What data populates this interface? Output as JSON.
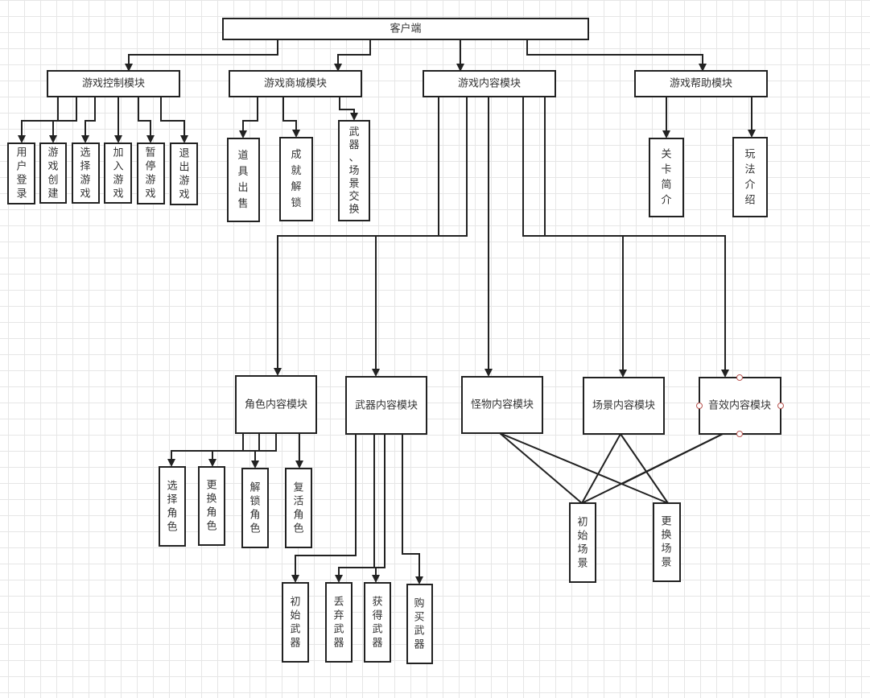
{
  "diagram": {
    "root": "客户端",
    "modules": {
      "control": "游戏控制模块",
      "shop": "游戏商城模块",
      "content": "游戏内容模块",
      "help": "游戏帮助模块"
    },
    "control_items": [
      "用户登录",
      "游戏创建",
      "选择游戏",
      "加入游戏",
      "暂停游戏",
      "退出游戏"
    ],
    "shop_items": [
      "道具出售",
      "成就解锁",
      "武器、场景交换"
    ],
    "help_items": [
      "关卡简介",
      "玩法介绍"
    ],
    "content_submodules": {
      "role": "角色内容模块",
      "weapon": "武器内容模块",
      "monster": "怪物内容模块",
      "scene": "场景内容模块",
      "sound": "音效内容模块"
    },
    "role_items": [
      "选择角色",
      "更换角色",
      "解锁角色",
      "复活角色"
    ],
    "weapon_items": [
      "初始武器",
      "丢弃武器",
      "获得武器",
      "购买武器"
    ],
    "scene_items": [
      "初始场景",
      "更换场景"
    ]
  }
}
